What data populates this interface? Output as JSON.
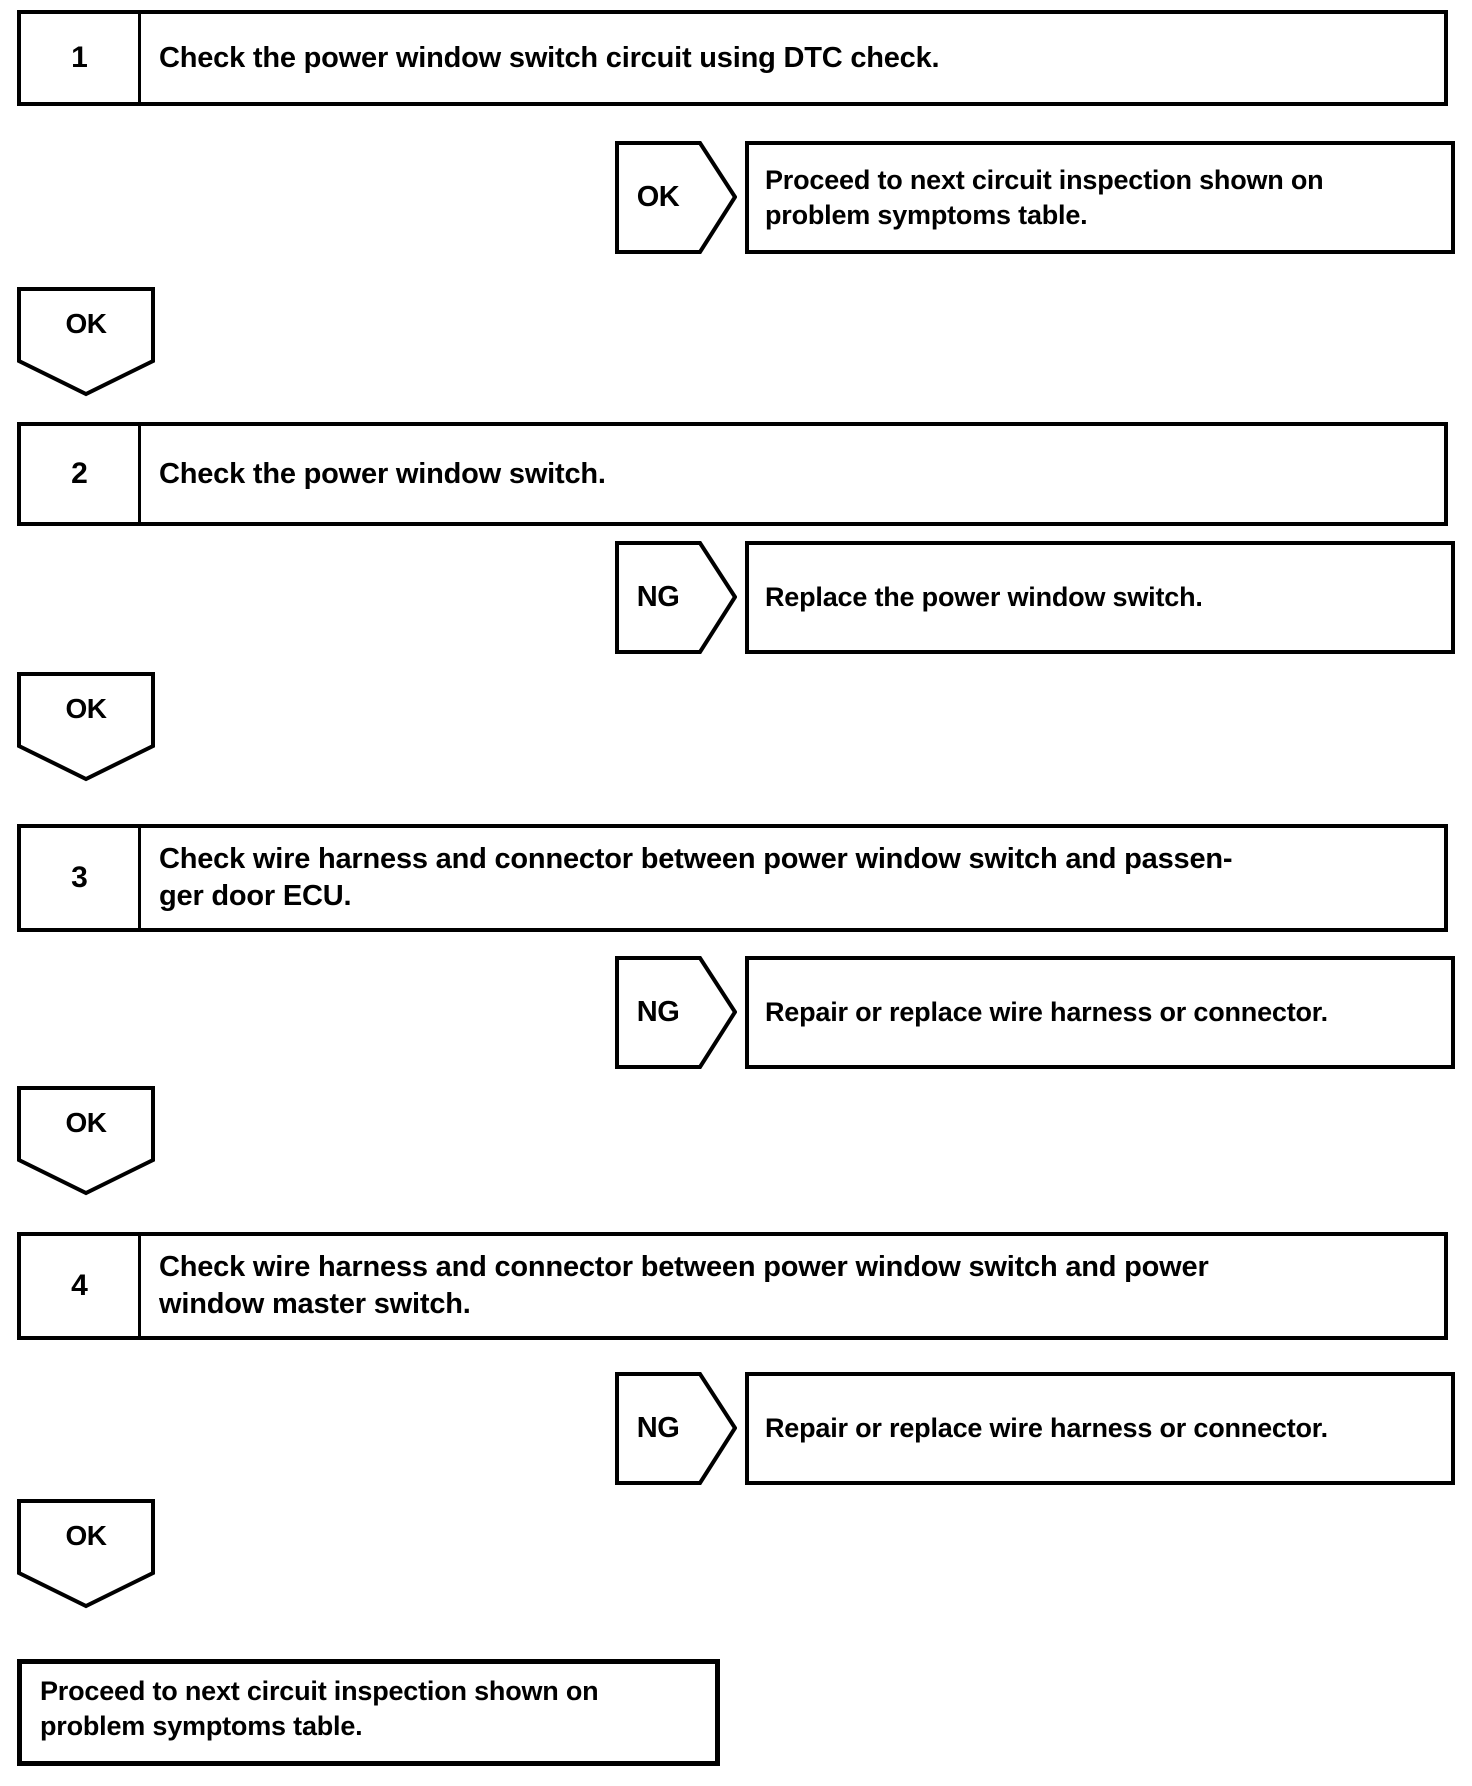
{
  "colors": {
    "ink": "#000000",
    "paper": "#ffffff"
  },
  "steps": [
    {
      "number": "1",
      "instruction": "Check the power window switch circuit using DTC check.",
      "branch": {
        "label": "OK",
        "result": "Proceed to next circuit inspection shown on\nproblem symptoms table."
      },
      "continue_label": "OK"
    },
    {
      "number": "2",
      "instruction": "Check the power window switch.",
      "branch": {
        "label": "NG",
        "result": "Replace the power window switch."
      },
      "continue_label": "OK"
    },
    {
      "number": "3",
      "instruction": "Check wire harness and connector between power window switch and passen-\nger door ECU.",
      "branch": {
        "label": "NG",
        "result": "Repair or replace wire harness or connector."
      },
      "continue_label": "OK"
    },
    {
      "number": "4",
      "instruction": "Check wire harness and connector between power window switch and power\nwindow master switch.",
      "branch": {
        "label": "NG",
        "result": "Repair or replace wire harness or connector."
      },
      "continue_label": "OK"
    }
  ],
  "final": {
    "text": "Proceed to next circuit inspection shown on\nproblem symptoms table."
  }
}
